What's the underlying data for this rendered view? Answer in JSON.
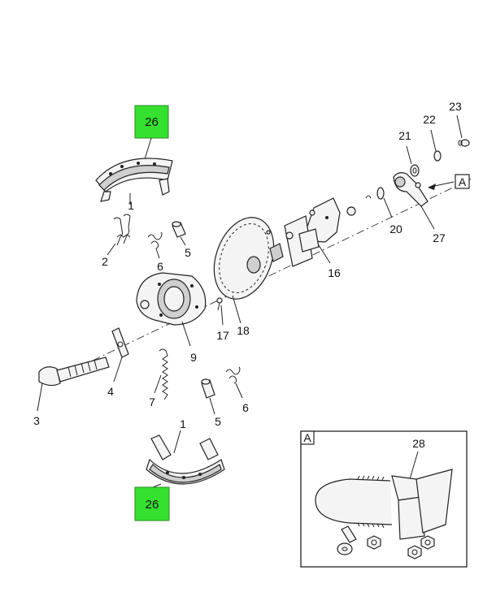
{
  "badges": {
    "top": "26",
    "bottom": "26"
  },
  "view_marker": "A",
  "detail_view": {
    "label": "A",
    "callout": "28"
  },
  "callouts": {
    "c1_top": "1",
    "c2": "2",
    "c6_top": "6",
    "c5_top": "5",
    "c3": "3",
    "c4": "4",
    "c7": "7",
    "c9": "9",
    "c17": "17",
    "c18": "18",
    "c5_bottom": "5",
    "c6_bottom": "6",
    "c1_bottom": "1",
    "c16": "16",
    "c20": "20",
    "c21": "21",
    "c22": "22",
    "c23": "23",
    "c27": "27"
  },
  "colors": {
    "badge_fill": "#35e02f",
    "ink": "#222222"
  }
}
